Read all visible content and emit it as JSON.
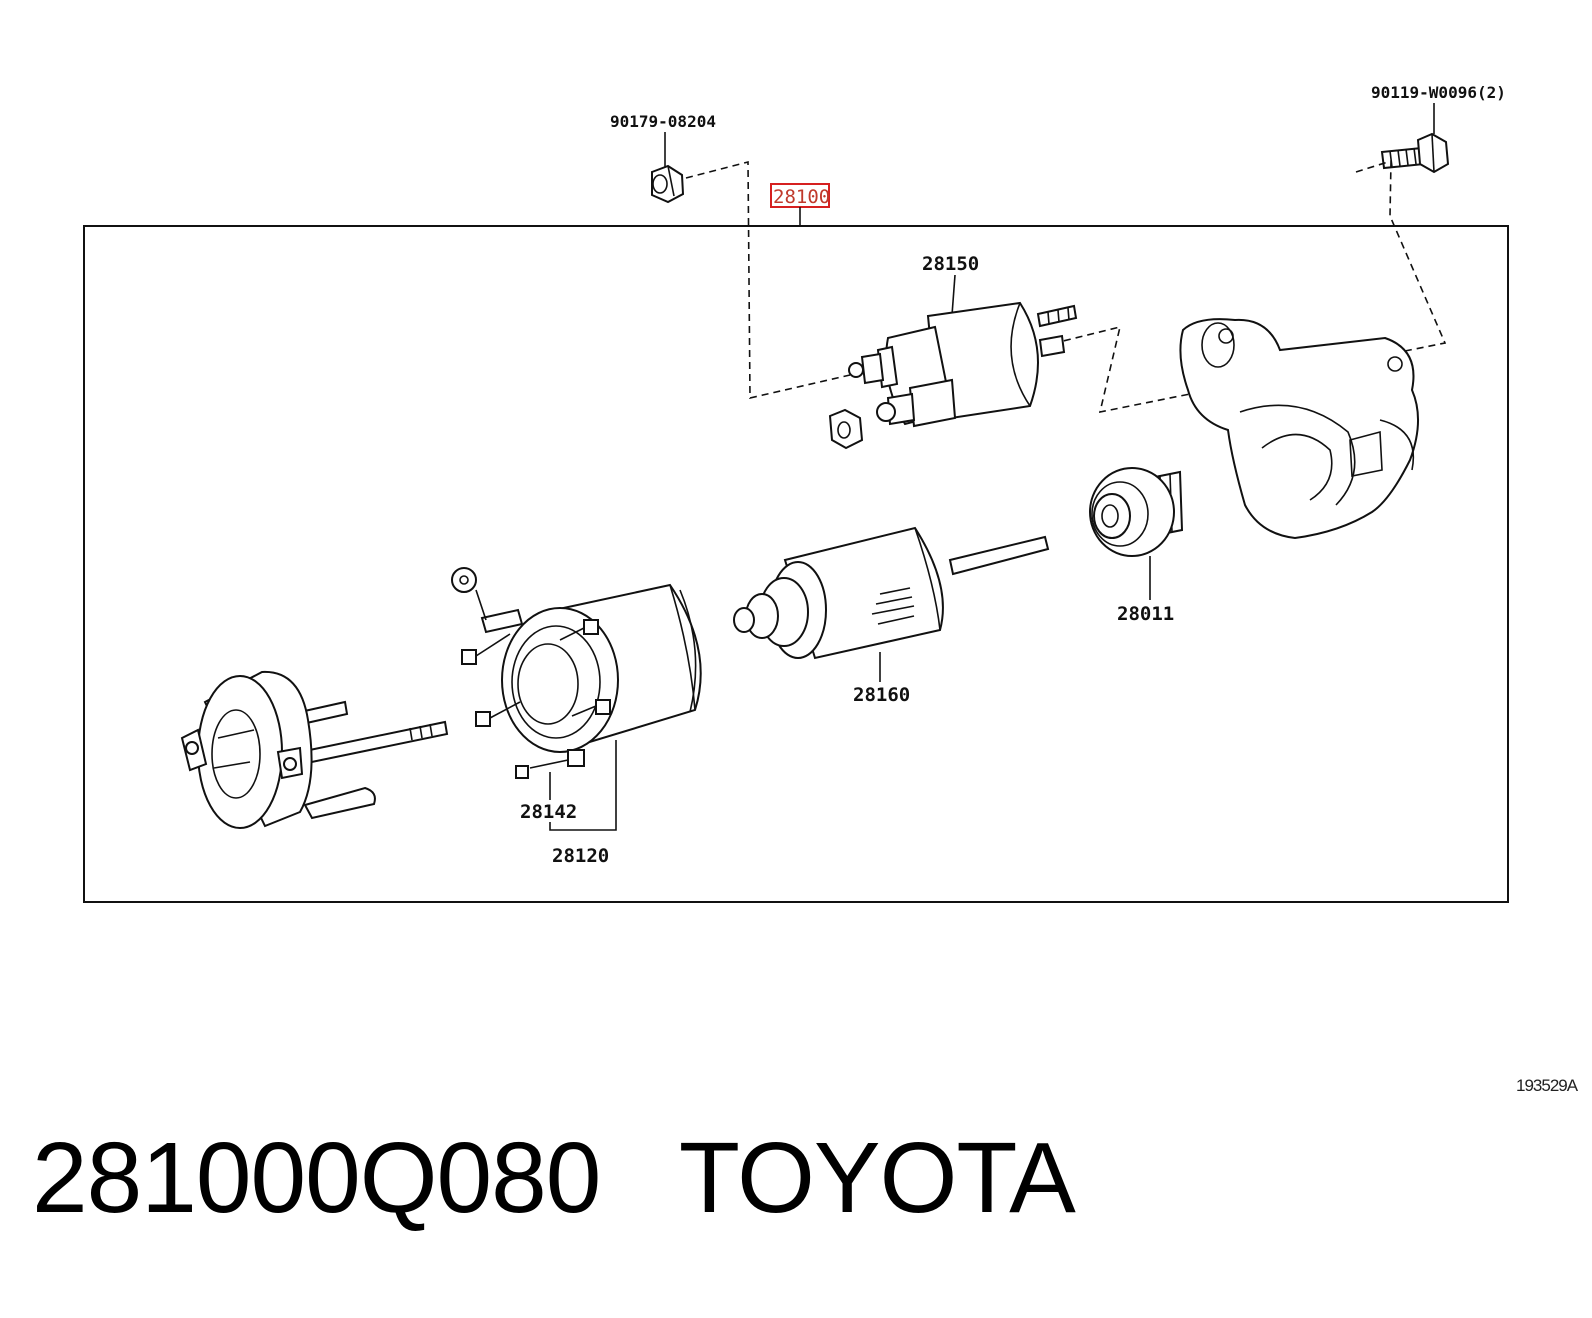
{
  "diagram": {
    "highlighted_part": "28100",
    "labels": {
      "nut": "90179-08204",
      "bolt": "90119-W0096(2)",
      "solenoid": "28150",
      "clutch": "28011",
      "armature": "28160",
      "brush": "28142",
      "yoke": "28120"
    },
    "reference_code": "193529A"
  },
  "caption": {
    "part_number": "281000Q080",
    "brand": "TOYOTA",
    "text": "281000Q080   TOYOTA"
  }
}
